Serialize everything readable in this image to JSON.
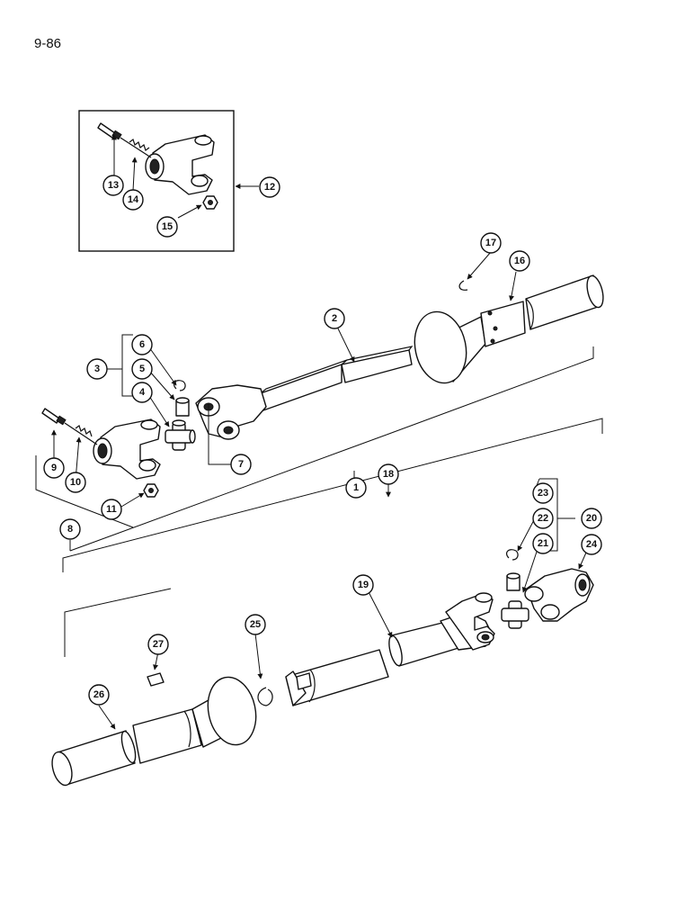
{
  "page_number": "9-86",
  "callouts": [
    "1",
    "2",
    "3",
    "4",
    "5",
    "6",
    "7",
    "8",
    "9",
    "10",
    "11",
    "12",
    "13",
    "14",
    "15",
    "16",
    "17",
    "18",
    "19",
    "20",
    "21",
    "22",
    "23",
    "24",
    "25",
    "26",
    "27"
  ]
}
